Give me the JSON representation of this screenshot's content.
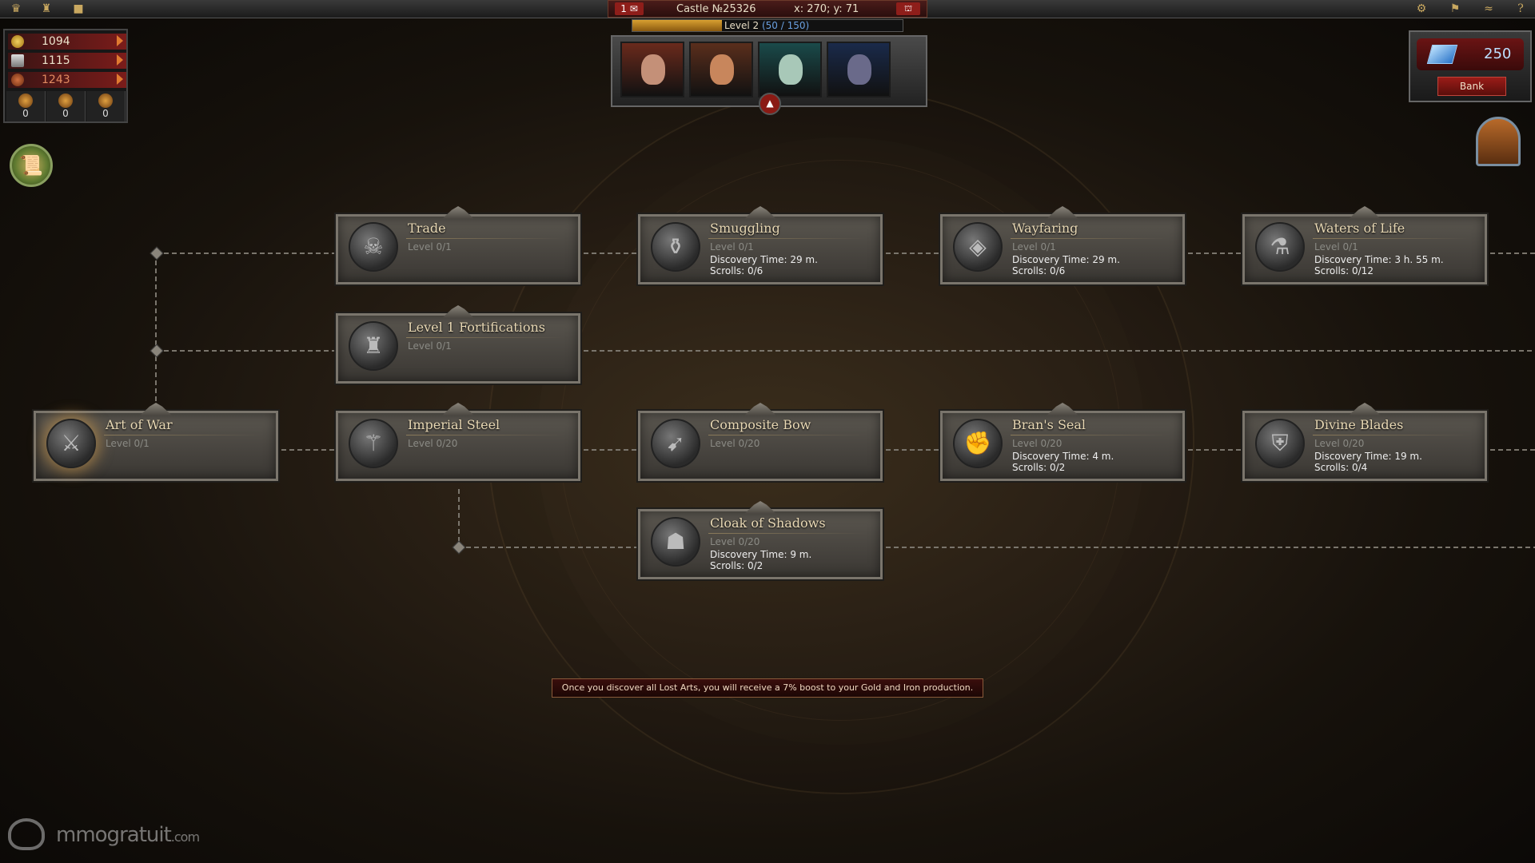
{
  "topbar": {
    "mail_count": "1",
    "castle_name": "Castle №25326",
    "coords": "x: 270; y: 71",
    "level_text": "Level 2",
    "level_progress": "(50 / 150)",
    "level_fraction": 0.33,
    "left_icons": [
      "crown-icon",
      "trophy-icon",
      "padlock-icon"
    ],
    "right_icons": [
      "gear-icon",
      "flag-icon",
      "rss-icon",
      "help-icon"
    ]
  },
  "resources": {
    "gold": "1094",
    "iron": "1115",
    "food": "1243",
    "units": [
      "0",
      "0",
      "0"
    ]
  },
  "bank": {
    "gems": "250",
    "button_label": "Bank"
  },
  "heroes": [
    {
      "name": "hero-1",
      "bg": "#6a2a1c",
      "skin": "#c49078"
    },
    {
      "name": "hero-2",
      "bg": "#5a2e1c",
      "skin": "#c8865c"
    },
    {
      "name": "hero-3",
      "bg": "#1a4a4a",
      "skin": "#a8c8b8"
    },
    {
      "name": "hero-4",
      "bg": "#1a2a4a",
      "skin": "#6a6a8a"
    }
  ],
  "techs": {
    "trade": {
      "title": "Trade",
      "level": "Level 0/1",
      "discovery": "",
      "scrolls": ""
    },
    "smuggling": {
      "title": "Smuggling",
      "level": "Level 0/1",
      "discovery": "Discovery Time: 29 m.",
      "scrolls": "Scrolls: 0/6"
    },
    "wayfaring": {
      "title": "Wayfaring",
      "level": "Level 0/1",
      "discovery": "Discovery Time: 29 m.",
      "scrolls": "Scrolls: 0/6"
    },
    "waters": {
      "title": "Waters of Life",
      "level": "Level 0/1",
      "discovery": "Discovery Time: 3 h. 55 m.",
      "scrolls": "Scrolls: 0/12"
    },
    "fortifications": {
      "title": "Level 1 Fortifications",
      "level": "Level 0/1",
      "discovery": "",
      "scrolls": ""
    },
    "artofwar": {
      "title": "Art of War",
      "level": "Level 0/1",
      "discovery": "",
      "scrolls": ""
    },
    "imperial": {
      "title": "Imperial Steel",
      "level": "Level 0/20",
      "discovery": "",
      "scrolls": ""
    },
    "composite": {
      "title": "Composite Bow",
      "level": "Level 0/20",
      "discovery": "",
      "scrolls": ""
    },
    "bran": {
      "title": "Bran's Seal",
      "level": "Level 0/20",
      "discovery": "Discovery Time: 4 m.",
      "scrolls": "Scrolls: 0/2"
    },
    "divine": {
      "title": "Divine Blades",
      "level": "Level 0/20",
      "discovery": "Discovery Time: 19 m.",
      "scrolls": "Scrolls: 0/4"
    },
    "cloak": {
      "title": "Cloak of Shadows",
      "level": "Level 0/20",
      "discovery": "Discovery Time: 9 m.",
      "scrolls": "Scrolls: 0/2"
    }
  },
  "hint": "Once you discover all Lost Arts, you will receive a 7% boost to your Gold and Iron production.",
  "watermark": {
    "name": "mmogratuit",
    "suffix": ".com"
  }
}
